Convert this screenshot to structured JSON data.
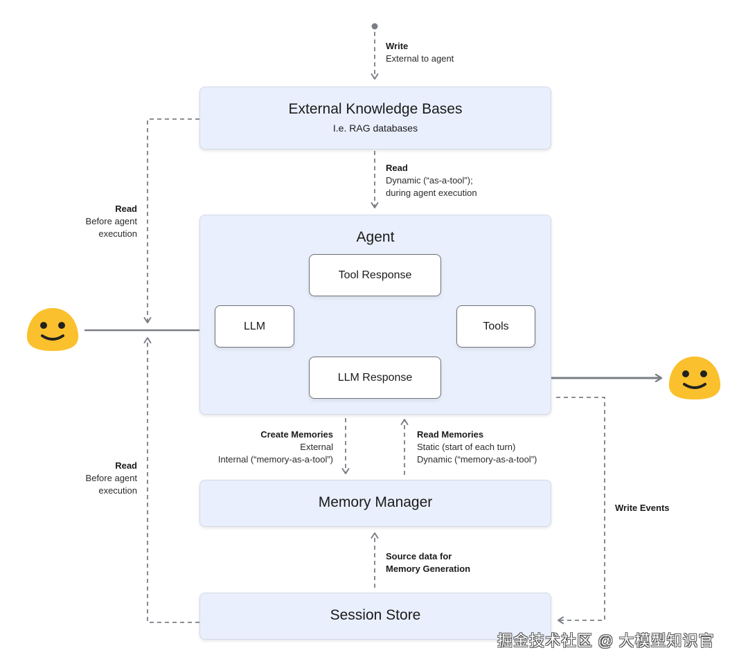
{
  "diagram": {
    "title": "Agent memory architecture",
    "colors": {
      "box_fill": "#e9effc",
      "inner_box_fill": "#ffffff",
      "arrow": "#7a7e85",
      "emoji_face": "#fbc02d",
      "emoji_features": "#212121"
    },
    "boxes": {
      "external_kb": {
        "title": "External Knowledge Bases",
        "subtitle": "I.e. RAG databases"
      },
      "agent": {
        "title": "Agent"
      },
      "memory_manager": {
        "title": "Memory Manager"
      },
      "session_store": {
        "title": "Session Store"
      }
    },
    "agent_loop": {
      "tool_response": "Tool Response",
      "llm": "LLM",
      "tools": "Tools",
      "llm_response": "LLM Response"
    },
    "edge_labels": {
      "write_external": {
        "title": "Write",
        "lines": [
          "External to agent"
        ]
      },
      "read_dynamic": {
        "title": "Read",
        "lines": [
          "Dynamic (“as-a-tool”);",
          "during agent execution"
        ]
      },
      "read_before_kb": {
        "title": "Read",
        "lines": [
          "Before agent",
          "execution"
        ]
      },
      "read_before_session": {
        "title": "Read",
        "lines": [
          "Before agent",
          "execution"
        ]
      },
      "create_memories": {
        "title": "Create Memories",
        "lines": [
          "External",
          "Internal (“memory-as-a-tool”)"
        ]
      },
      "read_memories": {
        "title": "Read Memories",
        "lines": [
          "Static (start of each turn)",
          "Dynamic (“memory-as-a-tool”)"
        ]
      },
      "write_events": {
        "title": "Write Events"
      },
      "source_data": {
        "lines": [
          "Source data for",
          "Memory Generation"
        ]
      }
    },
    "actors": {
      "user_in": "smiling-user-icon",
      "user_out": "smiling-user-icon"
    },
    "watermark": "掘金技术社区 @ 大模型知识官"
  }
}
